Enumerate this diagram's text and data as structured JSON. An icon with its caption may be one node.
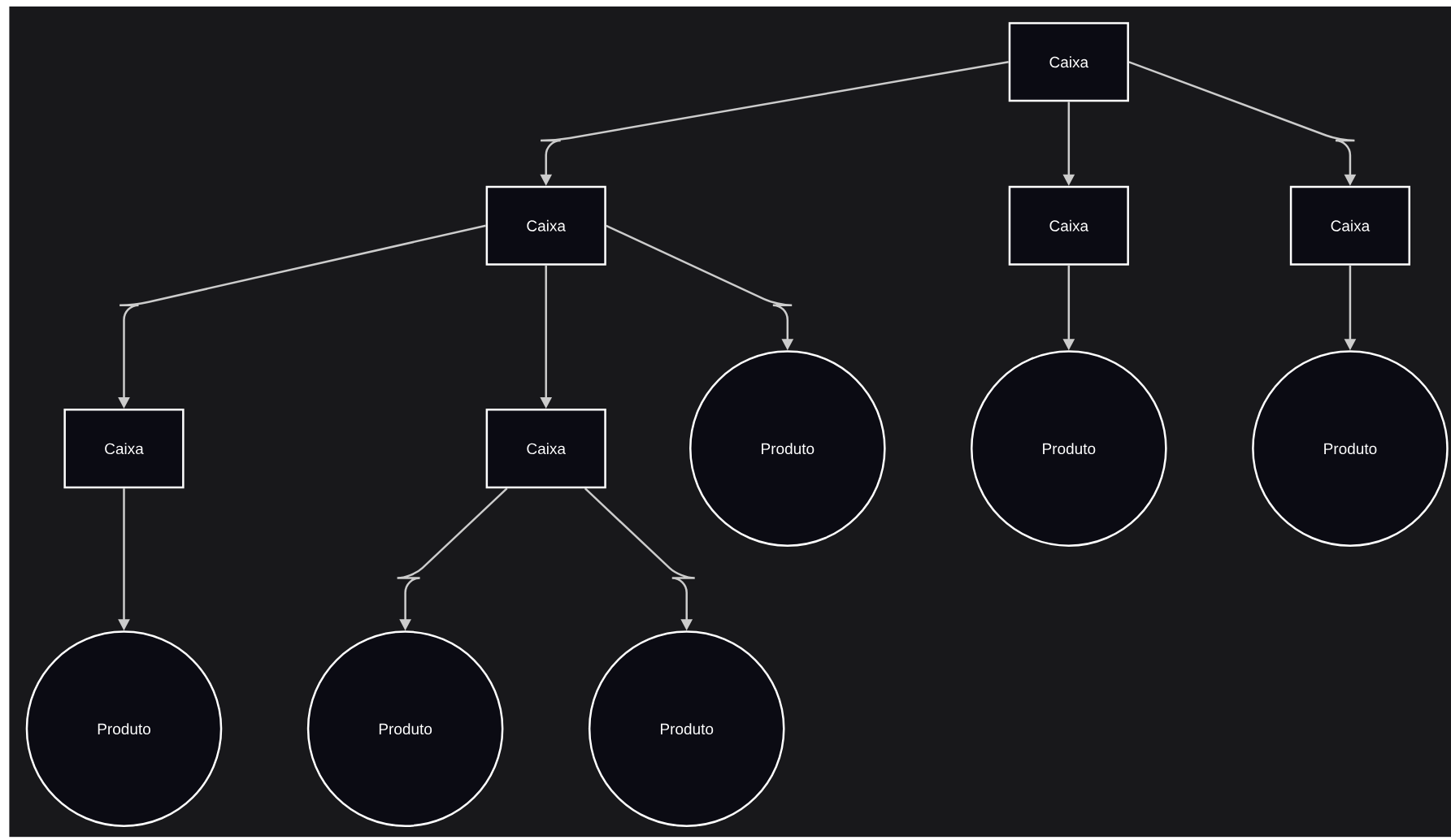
{
  "diagram": {
    "nodes": [
      {
        "text": [
          "Caixa"
        ]
      },
      {
        "text": [
          "Caixa"
        ]
      },
      {
        "text": [
          "Caixa"
        ]
      },
      {
        "text": [
          "Caixa"
        ]
      },
      {
        "text": [
          "Caixa"
        ]
      },
      {
        "text": [
          "Caixa"
        ]
      },
      {
        "text": [
          "Produto"
        ]
      },
      {
        "text": [
          "Produto"
        ]
      },
      {
        "text": [
          "Produto"
        ]
      },
      {
        "text": [
          "Produto"
        ]
      },
      {
        "text": [
          "Produto"
        ]
      },
      {
        "text": [
          "Produto"
        ]
      }
    ],
    "edges": [
      {
        "from": 0,
        "to": 1,
        "arrow": "to"
      },
      {
        "from": 0,
        "to": 2,
        "arrow": "to"
      },
      {
        "from": 0,
        "to": 3,
        "arrow": "to"
      },
      {
        "from": 1,
        "to": 4,
        "arrow": "to"
      },
      {
        "from": 1,
        "to": 5,
        "arrow": "to"
      },
      {
        "from": 1,
        "to": 6,
        "arrow": "to"
      },
      {
        "from": 2,
        "to": 7,
        "arrow": "to"
      },
      {
        "from": 3,
        "to": 8,
        "arrow": "to"
      },
      {
        "from": 4,
        "to": 9,
        "arrow": "to"
      },
      {
        "from": 5,
        "to": 10,
        "arrow": "to"
      },
      {
        "from": 5,
        "to": 11,
        "arrow": "to"
      }
    ]
  }
}
